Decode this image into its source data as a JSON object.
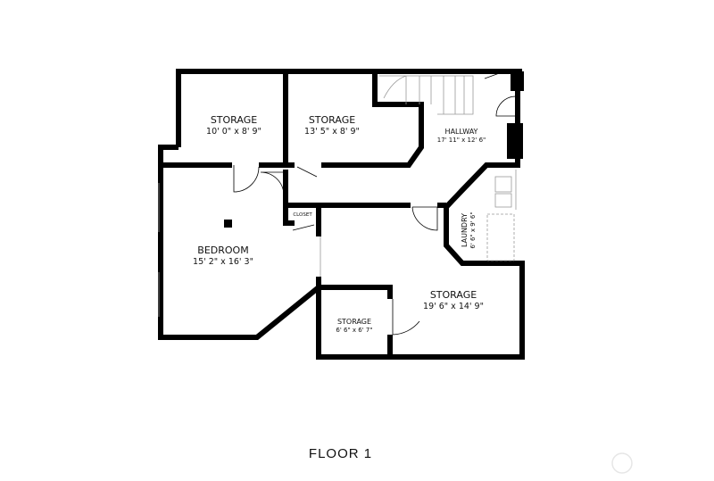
{
  "floor_label": "FLOOR 1",
  "rooms": [
    {
      "name": "STORAGE",
      "dims": "10' 0\" x 8' 9\""
    },
    {
      "name": "STORAGE",
      "dims": "13' 5\" x 8' 9\""
    },
    {
      "name": "HALLWAY",
      "dims": "17' 11\" x 12' 6\""
    },
    {
      "name": "BEDROOM",
      "dims": "15' 2\" x 16' 3\""
    },
    {
      "name": "CLOSET",
      "dims": ""
    },
    {
      "name": "LAUNDRY",
      "dims": "6' 6\" x 9' 6\""
    },
    {
      "name": "STORAGE",
      "dims": "19' 6\" x 14' 9\""
    },
    {
      "name": "STORAGE",
      "dims": "6' 6\" x 6' 7\""
    }
  ],
  "colors": {
    "wall": "#000000",
    "background": "#ffffff"
  }
}
